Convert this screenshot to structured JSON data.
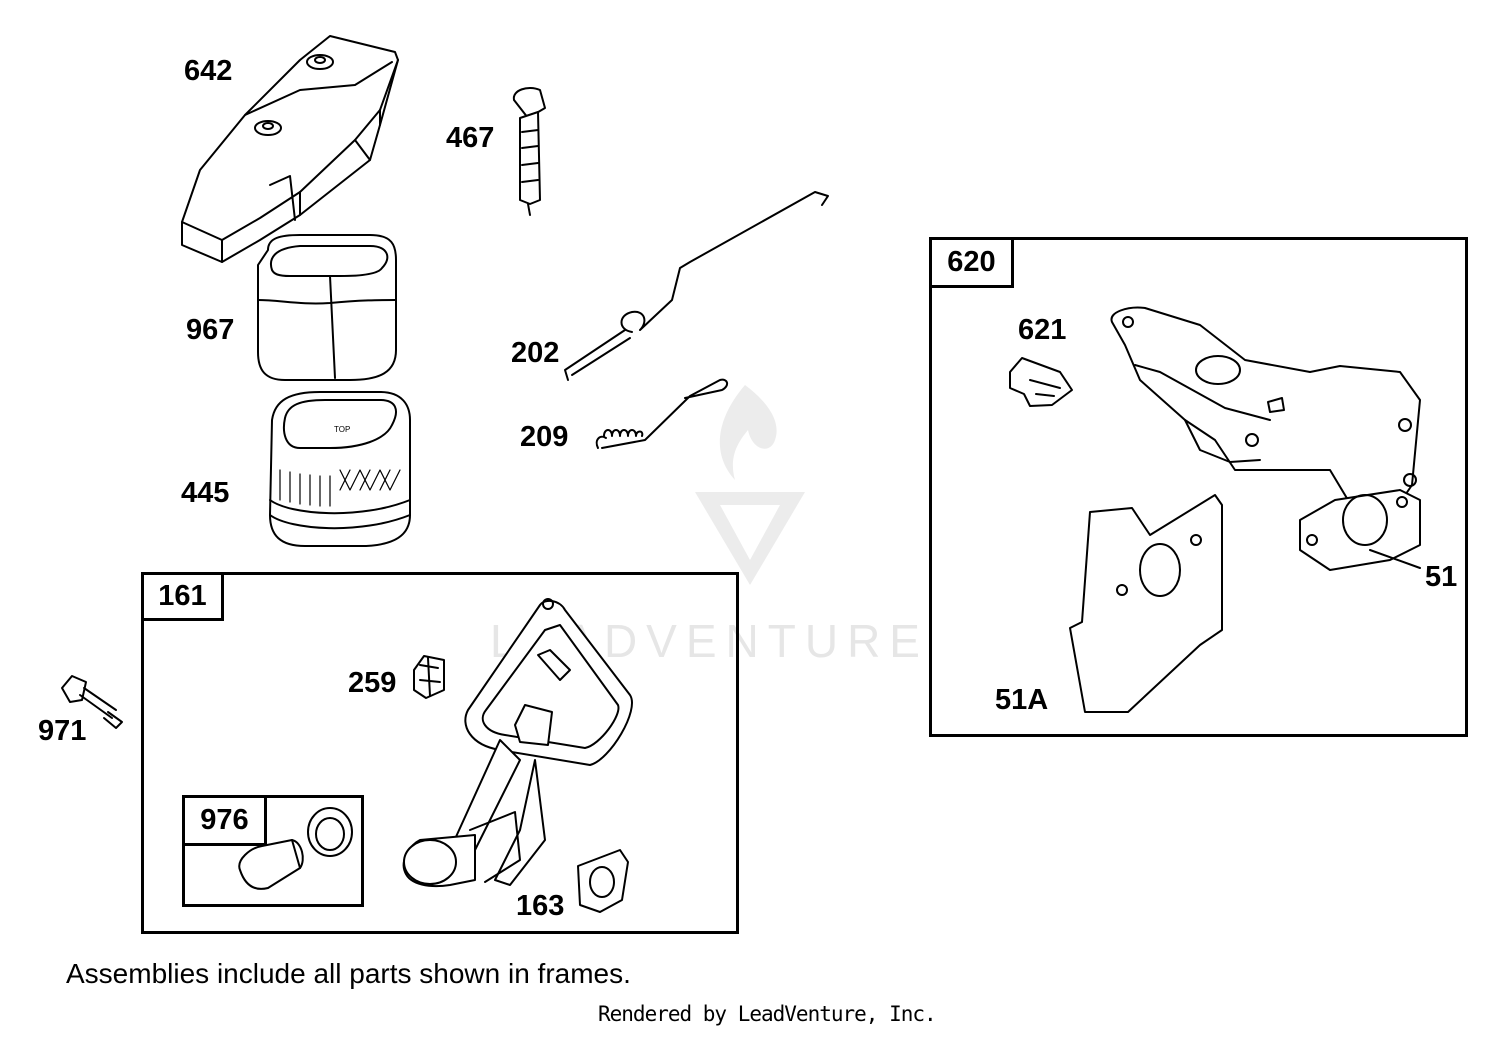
{
  "parts": {
    "p642": "642",
    "p467": "467",
    "p967": "967",
    "p202": "202",
    "p209": "209",
    "p445": "445",
    "p259": "259",
    "p971": "971",
    "p163": "163",
    "p621": "621",
    "p51": "51",
    "p51a": "51A"
  },
  "frames": {
    "f161": "161",
    "f976": "976",
    "f620": "620"
  },
  "note": "Assemblies include all parts shown in frames.",
  "credit": "Rendered by LeadVenture, Inc.",
  "watermark": "LEADVENTURE"
}
